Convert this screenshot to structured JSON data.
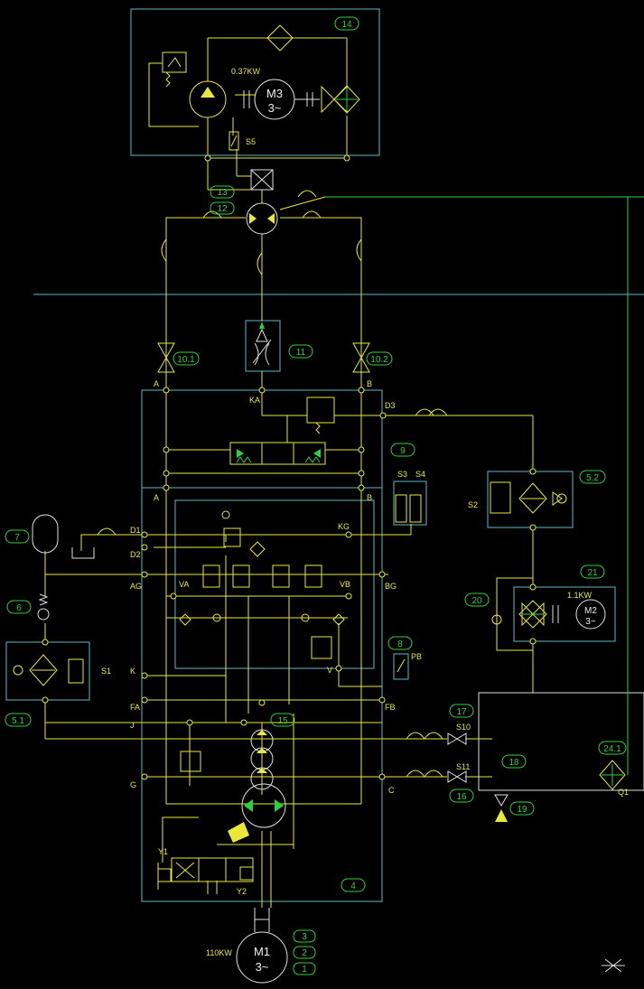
{
  "balloons": {
    "b14": "14",
    "b13": "13",
    "b12": "12",
    "b11": "11",
    "b10_1": "10.1",
    "b10_2": "10.2",
    "b9": "9",
    "b8": "8",
    "b7": "7",
    "b6": "6",
    "b5_1": "5.1",
    "b5_2": "5.2",
    "b4": "4",
    "b3": "3",
    "b2": "2",
    "b1": "1",
    "b15": "15",
    "b16": "16",
    "b17": "17",
    "b18": "18",
    "b19": "19",
    "b20": "20",
    "b21": "21",
    "b24_1": "24.1"
  },
  "labels": {
    "power_m3": "0.37KW",
    "power_m2": "1.1KW",
    "power_m1": "110KW",
    "s5": "S5",
    "s1": "S1",
    "s2": "S2",
    "s3": "S3",
    "s4": "S4",
    "s10": "S10",
    "s11": "S11",
    "y1": "Y1",
    "y2": "Y2",
    "q1": "Q1",
    "a_top": "A",
    "b_top": "B",
    "a_mid": "A",
    "b_mid": "B",
    "ka": "KA",
    "d3": "D3",
    "d1": "D1",
    "d2": "D2",
    "kg": "KG",
    "ag": "AG",
    "bg": "BG",
    "va": "VA",
    "vb": "VB",
    "k": "K",
    "v": "V",
    "pb": "PB",
    "fa": "FA",
    "fb": "FB",
    "j": "J",
    "g": "G",
    "c": "C"
  },
  "motors": {
    "m3_name": "M3",
    "m3_phase": "3~",
    "m2_name": "M2",
    "m2_phase": "3~",
    "m1_name": "M1",
    "m1_phase": "3~"
  },
  "colors": {
    "lines": "#e8e838",
    "frames": "#5fb8c8",
    "balloons": "#2ed23c",
    "background": "#000000"
  }
}
